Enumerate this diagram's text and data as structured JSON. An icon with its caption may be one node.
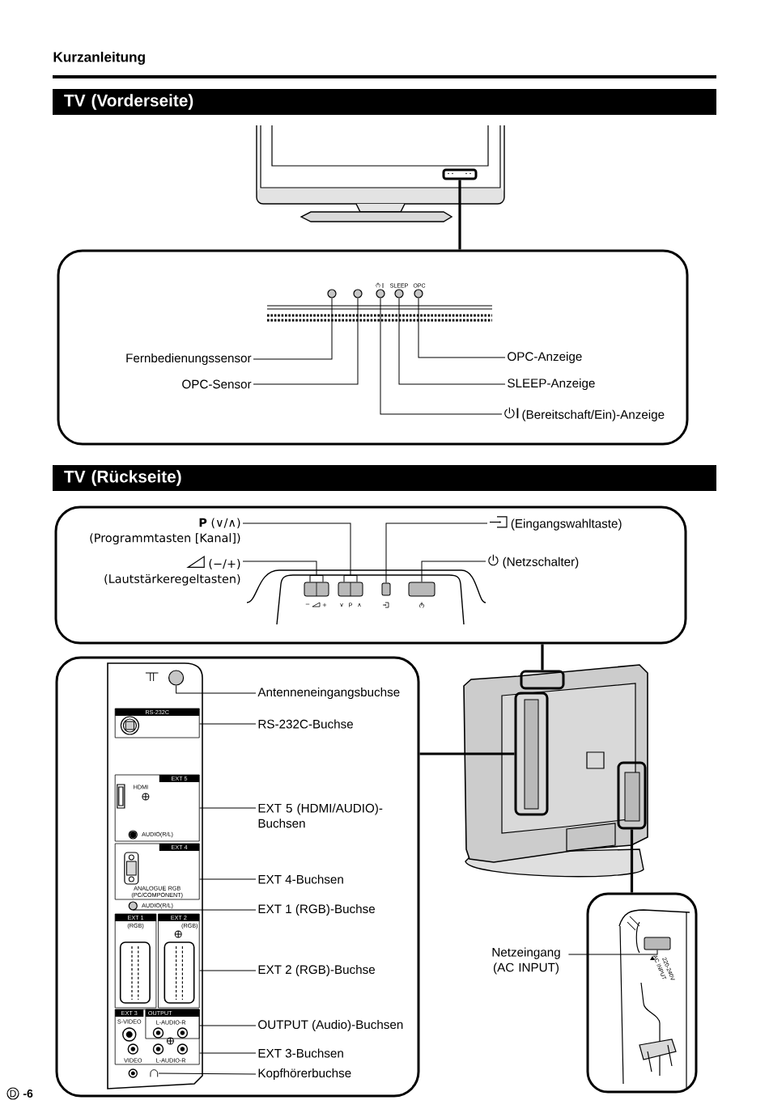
{
  "diagram": {
    "nodes": [
      {
        "text": [
          "TV (Vorderseite)"
        ]
      },
      {
        "text": [],
        "shape": "box"
      },
      {
        "text": [],
        "shape": "box"
      },
      {
        "text": [
          "Fernbedienungssensor"
        ],
        "in": 2
      },
      {
        "text": [
          "OPC-Sensor"
        ],
        "in": 2
      },
      {
        "text": [
          "(Bereitschaft/Ein)-Anzeige"
        ],
        "in": 2
      },
      {
        "text": [
          "OPC-Anzeige"
        ],
        "in": 2
      },
      {
        "text": [
          "SLEEP-Anzeige"
        ],
        "in": 2
      },
      {
        "text": [],
        "shape": "circle",
        "in": 2
      },
      {
        "text": [],
        "shape": "circle",
        "in": 2
      },
      {
        "text": [],
        "shape": "circle",
        "in": 2
      },
      {
        "text": [],
        "shape": "circle",
        "in": 2
      },
      {
        "text": [],
        "shape": "circle",
        "in": 2
      },
      {
        "text": [
          "TV (Rückseite)"
        ]
      },
      {
        "text": [],
        "shape": "box"
      },
      {
        "text": [
          "**P** (∨/∧)",
          "(Programmtasten [Kanal])"
        ],
        "in": 14
      },
      {
        "text": [
          "(−/+)",
          "(Lautstärkeregeltasten)"
        ],
        "in": 14
      },
      {
        "text": [
          "(Eingangswahltaste)"
        ],
        "in": 14
      },
      {
        "text": [
          "(Netzschalter)"
        ],
        "in": 14
      },
      {
        "text": [],
        "shape": "box",
        "in": 14
      },
      {
        "text": [],
        "shape": "box",
        "in": 14
      },
      {
        "text": [],
        "shape": "box",
        "in": 14
      },
      {
        "text": [],
        "shape": "box",
        "in": 14
      },
      {
        "text": [],
        "shape": "box"
      },
      {
        "text": [],
        "shape": "box"
      },
      {
        "text": [],
        "shape": "box"
      },
      {
        "text": [],
        "shape": "box"
      },
      {
        "text": [],
        "shape": "box"
      },
      {
        "text": [
          "Netzeingang (AC INPUT)"
        ]
      },
      {
        "text": [],
        "shape": "box",
        "in": 27
      },
      {
        "text": [
          "Antenneneingangsbuchse"
        ],
        "in": 23
      },
      {
        "text": [
          "RS-232C-Buchse"
        ],
        "in": 23
      },
      {
        "text": [
          "EXT 5 (HDMI/AUDIO)-Buchsen"
        ],
        "in": 23
      },
      {
        "text": [
          "EXT 4-Buchsen"
        ],
        "in": 23
      },
      {
        "text": [
          "EXT 1 (RGB)-Buchse"
        ],
        "in": 23
      },
      {
        "text": [
          "EXT 2 (RGB)-Buchse"
        ],
        "in": 23
      },
      {
        "text": [
          "OUTPUT (Audio)-Buchsen"
        ],
        "in": 23
      },
      {
        "text": [
          "EXT 3-Buchsen"
        ],
        "in": 23
      },
      {
        "text": [
          "Kopfhörerbuchse"
        ],
        "in": 23
      },
      {
        "text": [],
        "shape": "circle",
        "in": 23
      },
      {
        "text": [
          "RS-232C"
        ],
        "in": 23
      },
      {
        "text": [
          "EXT 5",
          "HDMI",
          "AUDIO(R/L)"
        ],
        "in": 23
      },
      {
        "text": [
          "EXT 4",
          "ANALOGUE RGB (PC/COMPONENT)"
        ],
        "in": 23
      },
      {
        "text": [],
        "shape": "circle",
        "in": 23
      },
      {
        "text": [
          "EXT 1",
          "(RGB)"
        ],
        "in": 23
      },
      {
        "text": [
          "EXT 2",
          "(RGB)"
        ],
        "in": 23
      },
      {
        "text": [
          "EXT 3",
          "S-VIDEO",
          "VIDEO",
          "L-AUDIO-R"
        ],
        "in": 23
      },
      {
        "text": [
          "OUTPUT",
          "L-AUDIO-R"
        ],
        "in": 46
      },
      {
        "text": [],
        "shape": "headphones",
        "in": 23
      }
    ],
    "edges": [
      {
        "from": 1,
        "to": 2,
        "arrow": "none",
        "style": "thick"
      },
      {
        "from": 3,
        "to": 8,
        "arrow": "none"
      },
      {
        "from": 4,
        "to": 9,
        "arrow": "none"
      },
      {
        "from": 5,
        "to": 10,
        "arrow": "none"
      },
      {
        "from": 6,
        "to": 12,
        "arrow": "none"
      },
      {
        "from": 7,
        "to": 11,
        "arrow": "none"
      },
      {
        "from": 15,
        "to": 20,
        "arrow": "none"
      },
      {
        "from": 16,
        "to": 19,
        "arrow": "none"
      },
      {
        "from": 17,
        "to": 21,
        "arrow": "none"
      },
      {
        "from": 18,
        "to": 22,
        "arrow": "none"
      },
      {
        "from": 24,
        "to": 14,
        "arrow": "none",
        "style": "thick"
      },
      {
        "from": 25,
        "to": 23,
        "arrow": "none",
        "style": "thick"
      },
      {
        "from": 26,
        "to": 27,
        "arrow": "none",
        "style": "thick"
      },
      {
        "from": 28,
        "to": 29,
        "arrow": "none"
      },
      {
        "from": 30,
        "to": 39,
        "arrow": "none"
      },
      {
        "from": 31,
        "to": 40,
        "arrow": "none"
      },
      {
        "from": 32,
        "to": 41,
        "arrow": "none"
      },
      {
        "from": 33,
        "to": 42,
        "arrow": "none"
      },
      {
        "from": 34,
        "to": 43,
        "arrow": "none"
      },
      {
        "from": 35,
        "to": 45,
        "arrow": "none"
      },
      {
        "from": 36,
        "to": 47,
        "arrow": "none"
      },
      {
        "from": 37,
        "to": 46,
        "arrow": "none"
      },
      {
        "from": 38,
        "to": 48,
        "arrow": "none"
      }
    ],
    "labels": [
      "Kurzanleitung",
      "SLEEP",
      "OPC",
      "−",
      "+",
      "∨",
      "P",
      "∧",
      "AUDIO(R/L)",
      "AC INPUT",
      "220-240V",
      "D",
      "-6"
    ]
  }
}
